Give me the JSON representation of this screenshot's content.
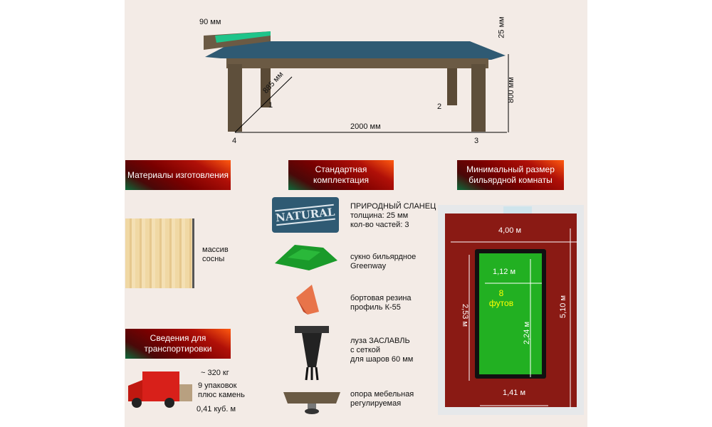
{
  "table_diagram": {
    "rail_width": "90 мм",
    "slate_thickness": "25 мм",
    "height": "800 мм",
    "width": "885 мм",
    "length": "2000 мм",
    "legs": [
      "1",
      "2",
      "3",
      "4"
    ]
  },
  "sections": {
    "materials": {
      "title": "Материалы изготовления",
      "item": "массив сосны"
    },
    "standard": {
      "title": "Стандартная комплектация",
      "items": [
        {
          "icon": "slate-icon",
          "badge": "NATURAL",
          "lines": [
            "ПРИРОДНЫЙ СЛАНЕЦ",
            "толщина: 25 мм",
            "кол-во частей: 3"
          ]
        },
        {
          "icon": "cloth-icon",
          "lines": [
            "сукно бильярдное",
            "Greenway"
          ]
        },
        {
          "icon": "rubber-icon",
          "lines": [
            "бортовая резина",
            "профиль К-55"
          ]
        },
        {
          "icon": "pocket-icon",
          "lines": [
            "луза ЗАСЛАВЛЬ",
            "с сеткой",
            "для шаров 60 мм"
          ]
        },
        {
          "icon": "leg-support-icon",
          "lines": [
            "опора мебельная",
            "регулируемая"
          ]
        }
      ]
    },
    "transport": {
      "title": "Сведения для транспортировки",
      "weight": "~ 320 кг",
      "packages": [
        "9 упаковок",
        "плюс камень"
      ],
      "volume": "0,41 куб. м"
    },
    "room": {
      "title": "Минимальный размер бильярдной комнаты",
      "room_width": "4,00 м",
      "room_length": "5,10 м",
      "table_outer_length": "2,53 м",
      "play_width": "1,12 м",
      "play_length": "2,24 м",
      "table_outer_width": "1,41 м",
      "size_number": "8",
      "size_unit": "футов"
    }
  },
  "colors": {
    "header": "#7a0000",
    "felt": "#22b022",
    "carpet": "#8a1a14",
    "slate": "#2f5a73"
  }
}
